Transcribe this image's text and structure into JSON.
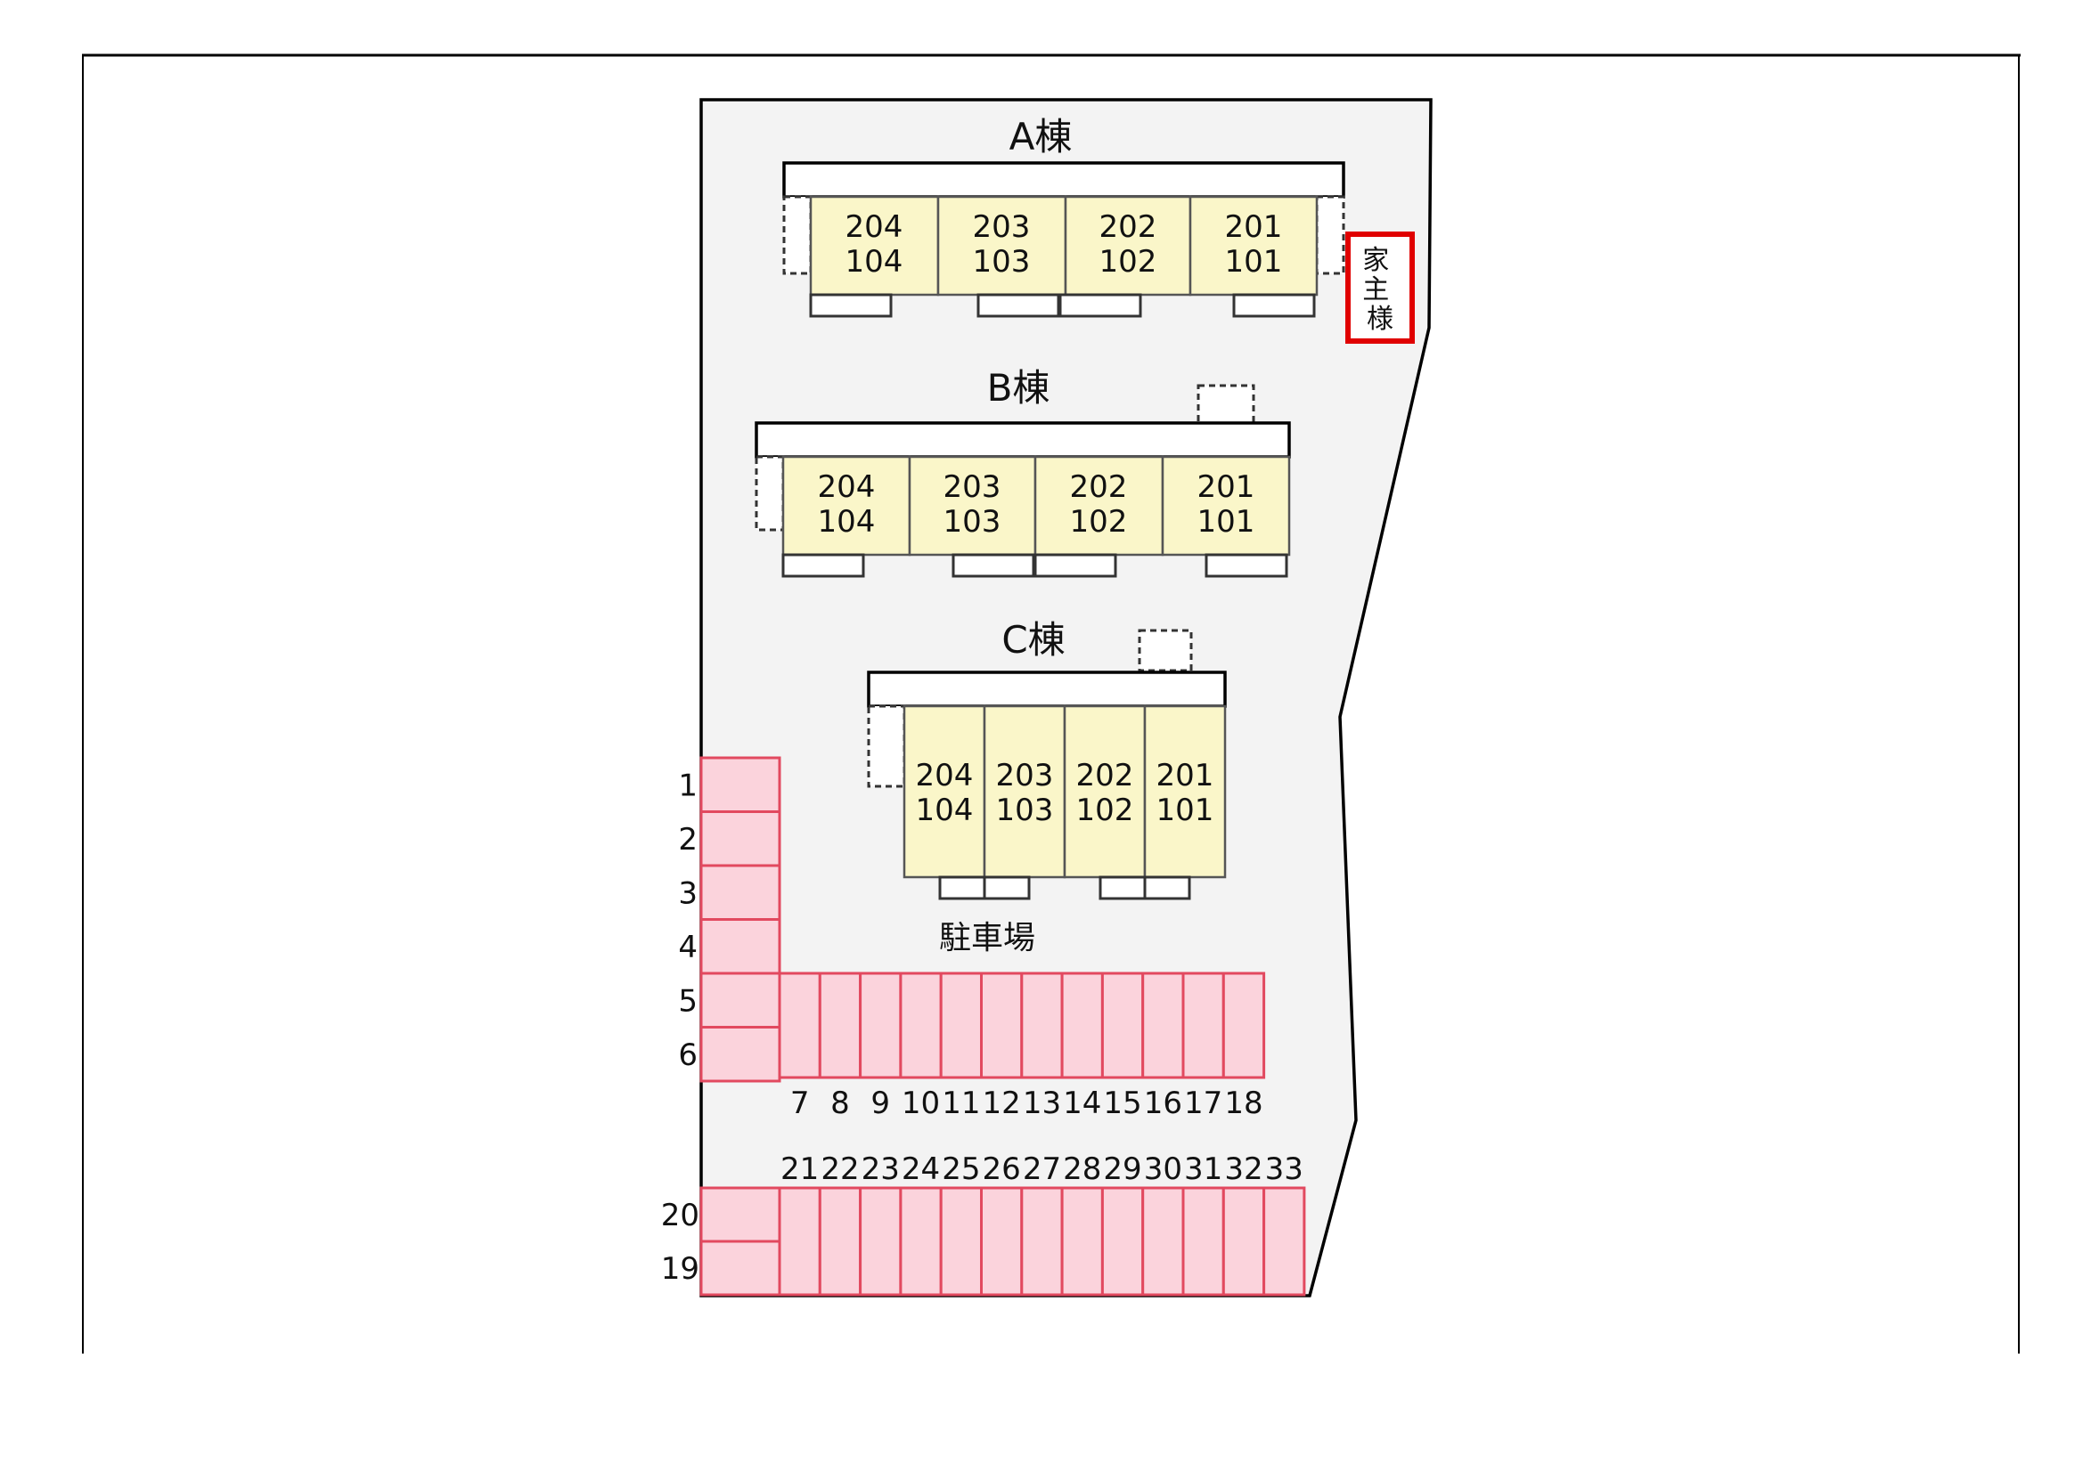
{
  "buildings": [
    {
      "label": "A棟",
      "units": [
        {
          "top": "204",
          "bottom": "104"
        },
        {
          "top": "203",
          "bottom": "103"
        },
        {
          "top": "202",
          "bottom": "102"
        },
        {
          "top": "201",
          "bottom": "101"
        }
      ]
    },
    {
      "label": "B棟",
      "units": [
        {
          "top": "204",
          "bottom": "104"
        },
        {
          "top": "203",
          "bottom": "103"
        },
        {
          "top": "202",
          "bottom": "102"
        },
        {
          "top": "201",
          "bottom": "101"
        }
      ]
    },
    {
      "label": "C棟",
      "units": [
        {
          "top": "204",
          "bottom": "104"
        },
        {
          "top": "203",
          "bottom": "103"
        },
        {
          "top": "202",
          "bottom": "102"
        },
        {
          "top": "201",
          "bottom": "101"
        }
      ]
    }
  ],
  "owner_label": "家主様",
  "parking_label": "駐車場",
  "parking": {
    "column_left": [
      "1",
      "2",
      "3",
      "4",
      "5",
      "6"
    ],
    "row_middle": [
      "7",
      "8",
      "9",
      "10",
      "11",
      "12",
      "13",
      "14",
      "15",
      "16",
      "17",
      "18"
    ],
    "column_bottom_left": [
      "20",
      "19"
    ],
    "row_bottom": [
      "21",
      "22",
      "23",
      "24",
      "25",
      "26",
      "27",
      "28",
      "29",
      "30",
      "31",
      "32",
      "33"
    ]
  },
  "colors": {
    "parking_fill": "#fbd3dc",
    "parking_stroke": "#e2495f",
    "unit_fill": "#faf6c9",
    "owner_border": "#e00000",
    "lot_fill": "#f3f3f3"
  }
}
